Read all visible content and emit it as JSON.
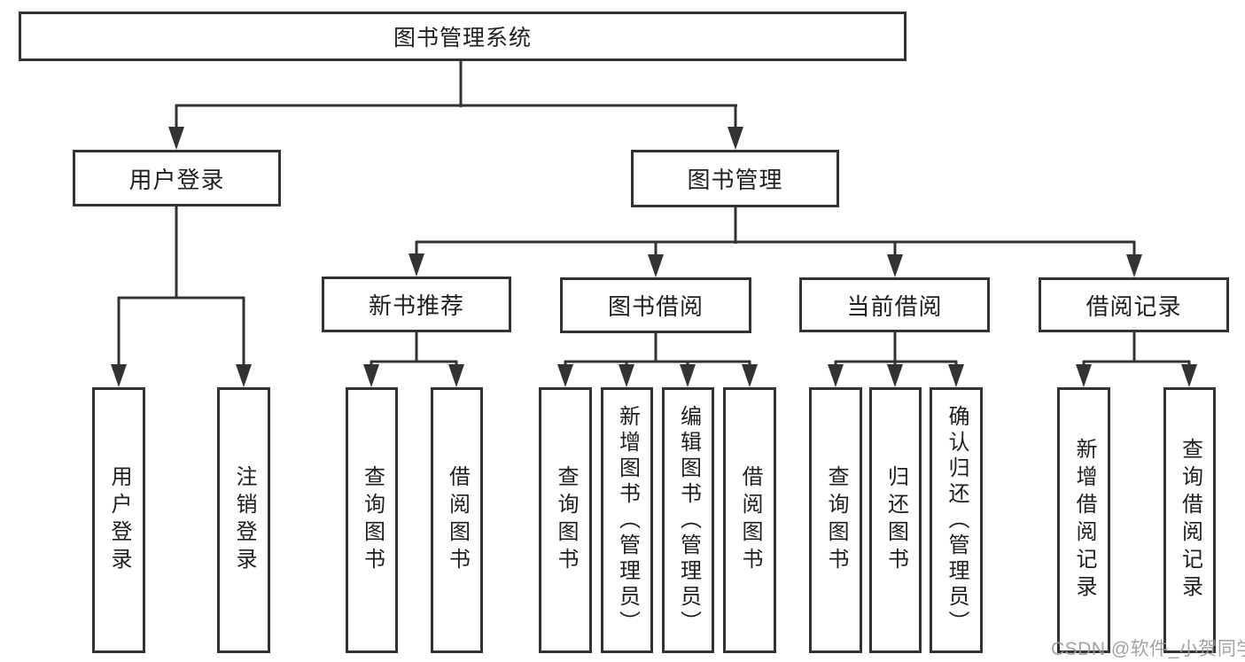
{
  "diagram_title": "图书管理系统",
  "tree": {
    "root": {
      "label": "图书管理系统"
    },
    "branches": [
      {
        "label": "用户登录",
        "children": [
          {
            "label": "用户登录"
          },
          {
            "label": "注销登录"
          }
        ]
      },
      {
        "label": "图书管理",
        "children": [
          {
            "label": "新书推荐",
            "children": [
              {
                "label": "查询图书"
              },
              {
                "label": "借阅图书"
              }
            ]
          },
          {
            "label": "图书借阅",
            "children": [
              {
                "label": "查询图书"
              },
              {
                "label": "新增图书（管理员）"
              },
              {
                "label": "编辑图书（管理员）"
              },
              {
                "label": "借阅图书"
              }
            ]
          },
          {
            "label": "当前借阅",
            "children": [
              {
                "label": "查询图书"
              },
              {
                "label": "归还图书"
              },
              {
                "label": "确认归还（管理员）"
              }
            ]
          },
          {
            "label": "借阅记录",
            "children": [
              {
                "label": "新增借阅记录"
              },
              {
                "label": "查询借阅记录"
              }
            ]
          }
        ]
      }
    ]
  },
  "watermark": "CSDN @软件_小贺同学",
  "colors": {
    "line": "#333333",
    "text": "#1f1f1f",
    "box_background": "#ffffff",
    "page_background": "#ffffff",
    "watermark": "#9a9a9a"
  }
}
